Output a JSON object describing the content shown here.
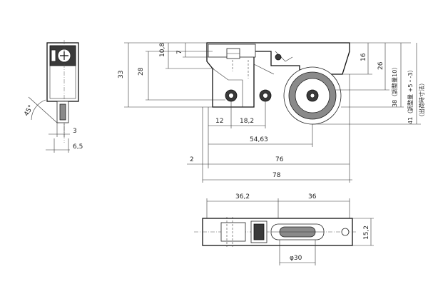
{
  "dimensions": {
    "side": {
      "angle": "45°",
      "d3": "3",
      "d6_5": "6,5"
    },
    "front": {
      "d10_8": "10,8",
      "d7": "7",
      "d28": "28",
      "d33": "33",
      "d16": "16",
      "d26": "26",
      "d38": "38（調整量10）",
      "d41": "41（調整量 +5・-3）",
      "d41_note": "（出荷時寸法）",
      "d12": "12",
      "d18_2": "18,2",
      "d54_63": "54,63",
      "d2": "2",
      "d76": "76",
      "d78": "78"
    },
    "bottom": {
      "d36_2": "36,2",
      "d36": "36",
      "d15_2": "15,2",
      "dphi30": "φ30"
    }
  }
}
